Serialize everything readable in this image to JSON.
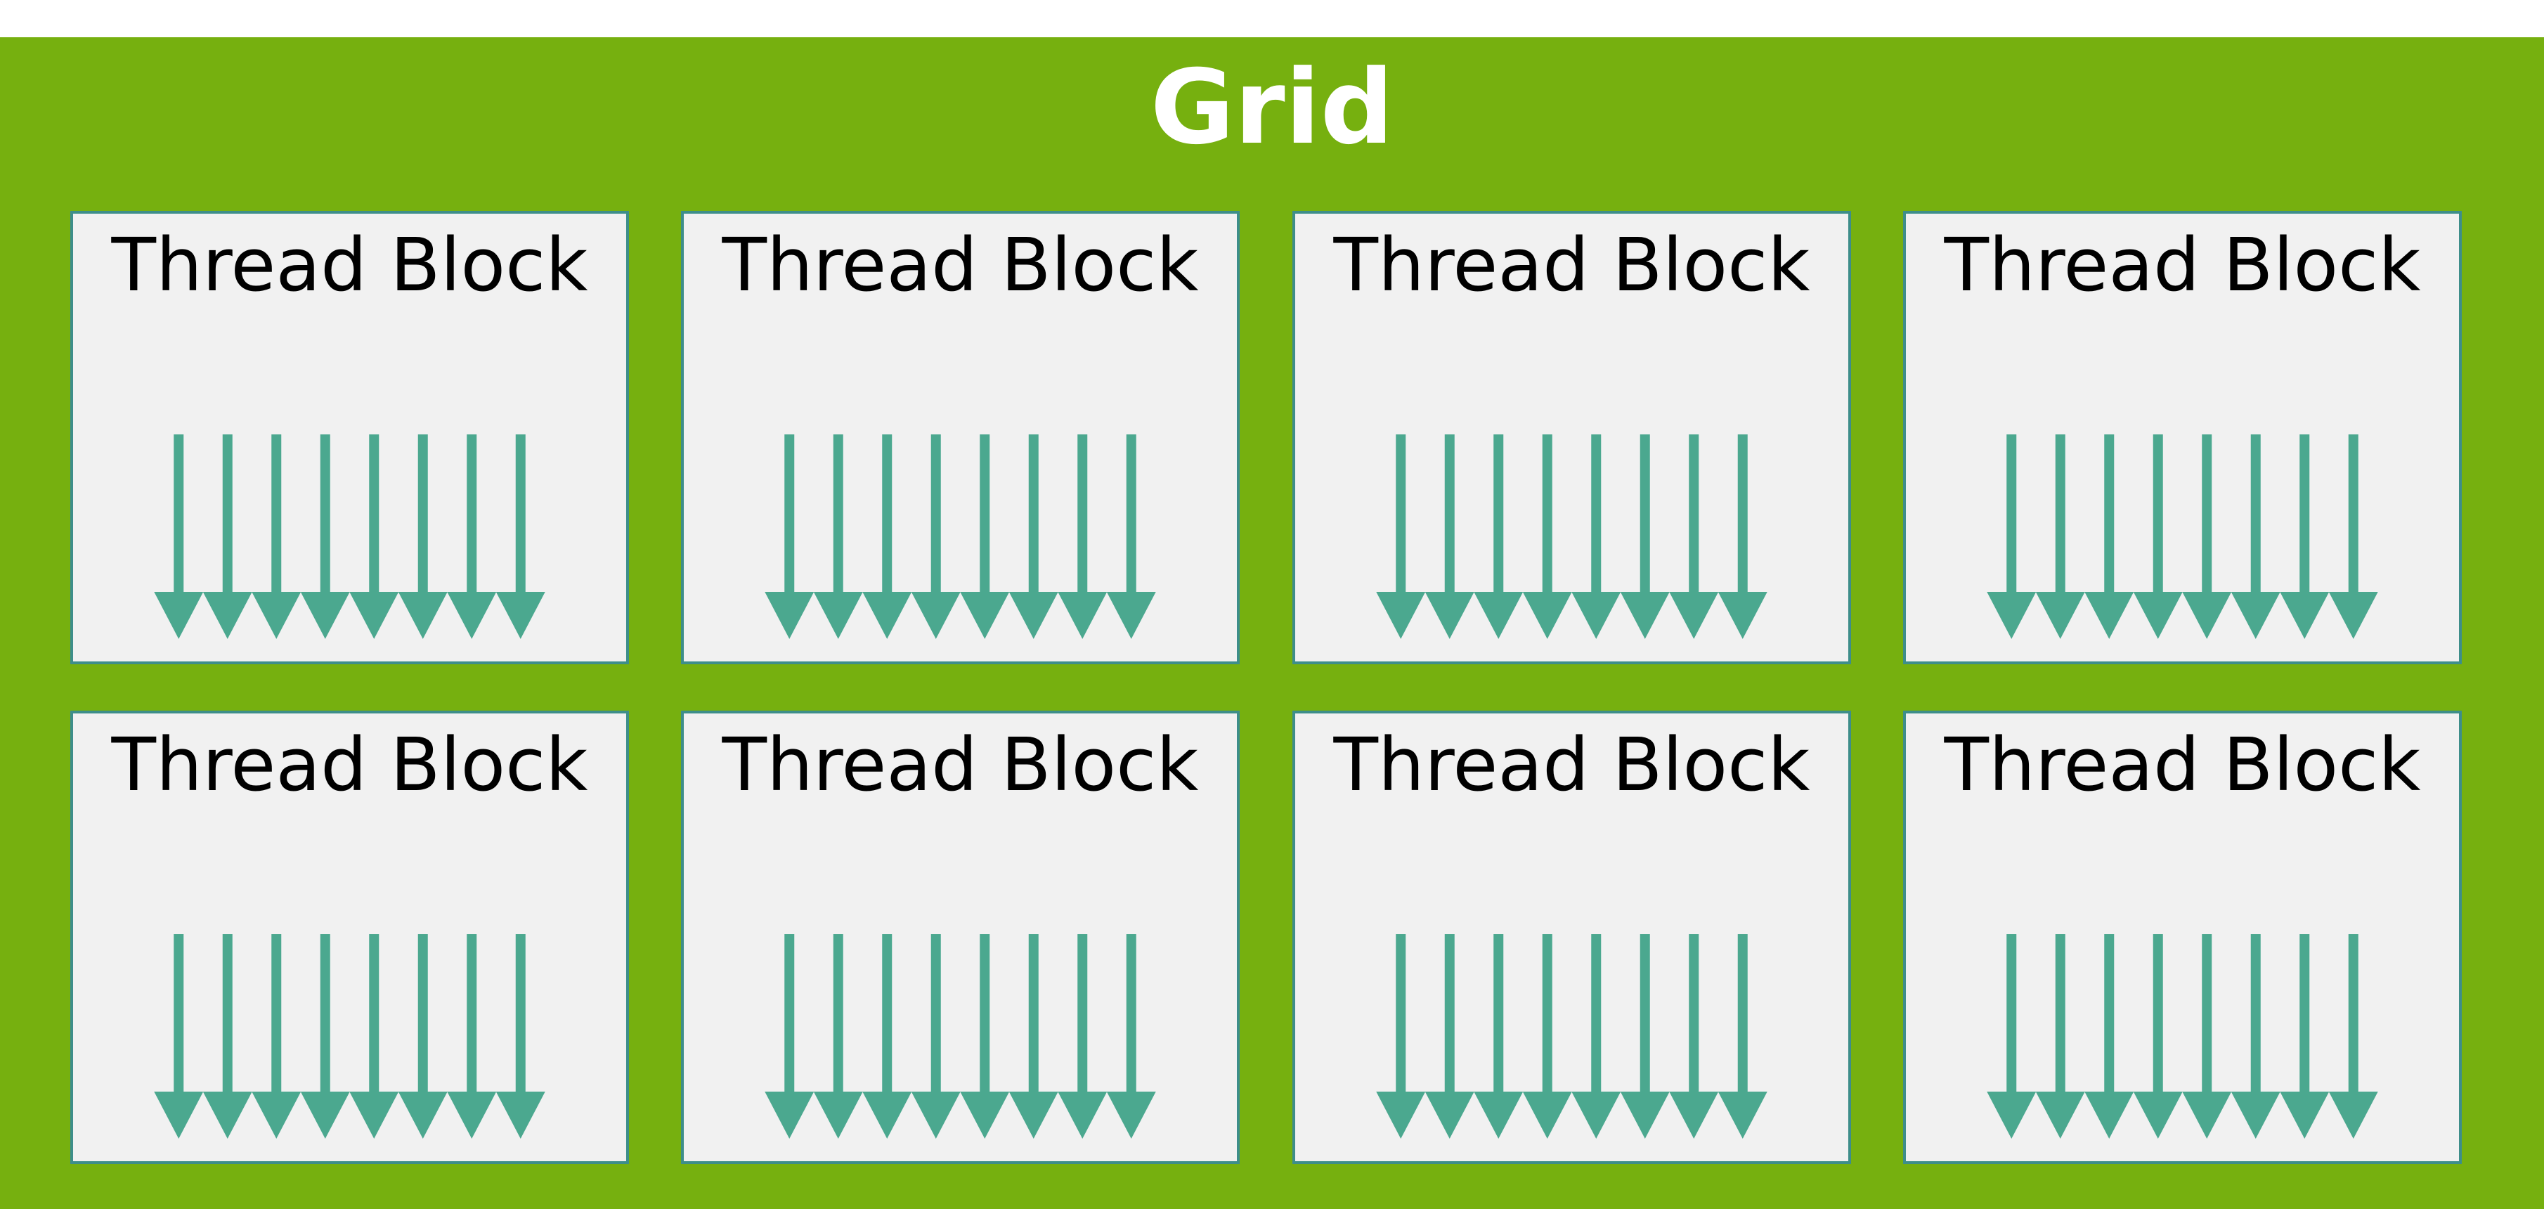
{
  "grid": {
    "title": "Grid",
    "colors": {
      "background": "#76b00f",
      "block_fill": "#f1f1f1",
      "block_border": "#3e8e8a",
      "thread_arrow": "#4ba88f",
      "title_text": "#ffffff",
      "block_text": "#000000"
    },
    "blocks": [
      {
        "label": "Thread Block",
        "thread_count": 8
      },
      {
        "label": "Thread Block",
        "thread_count": 8
      },
      {
        "label": "Thread Block",
        "thread_count": 8
      },
      {
        "label": "Thread Block",
        "thread_count": 8
      },
      {
        "label": "Thread Block",
        "thread_count": 8
      },
      {
        "label": "Thread Block",
        "thread_count": 8
      },
      {
        "label": "Thread Block",
        "thread_count": 8
      },
      {
        "label": "Thread Block",
        "thread_count": 8
      }
    ]
  }
}
